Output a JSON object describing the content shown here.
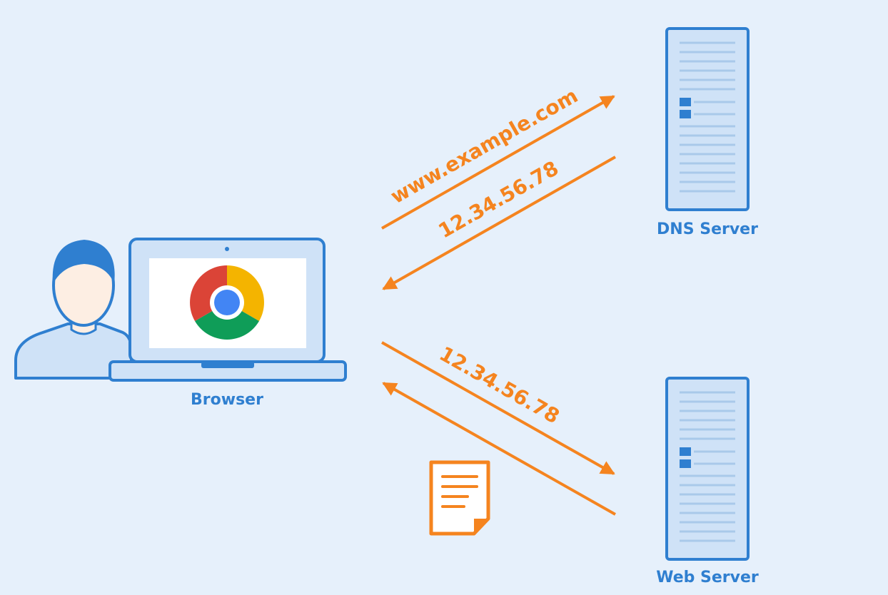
{
  "nodes": {
    "browser": {
      "label": "Browser"
    },
    "dns_server": {
      "label": "DNS Server"
    },
    "web_server": {
      "label": "Web Server"
    }
  },
  "edges": [
    {
      "from": "browser",
      "to": "dns_server",
      "label": "www.example.com"
    },
    {
      "from": "dns_server",
      "to": "browser",
      "label": "12.34.56.78"
    },
    {
      "from": "browser",
      "to": "web_server",
      "label": "12.34.56.78"
    },
    {
      "from": "web_server",
      "to": "browser",
      "label": ""
    }
  ],
  "icons": {
    "user": "user-avatar-icon",
    "laptop": "laptop-icon",
    "browser": "chrome-logo-icon",
    "server": "server-rack-icon",
    "document": "document-icon"
  },
  "colors": {
    "background": "#e6f0fb",
    "node_blue": "#2f7fd0",
    "arrow_orange": "#f5841f",
    "chrome_red": "#db4437",
    "chrome_green": "#0f9d58",
    "chrome_yellow": "#f4b400",
    "chrome_blue": "#4285f4"
  }
}
